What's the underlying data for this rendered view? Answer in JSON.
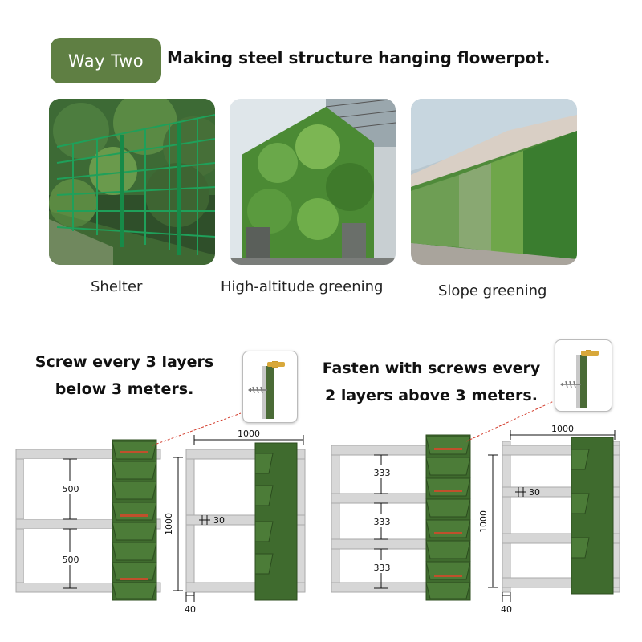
{
  "header": {
    "badge": "Way Two",
    "title": "Making steel structure hanging flowerpot."
  },
  "photos": [
    {
      "caption": "Shelter"
    },
    {
      "caption": "High-altitude greening"
    },
    {
      "caption": "Slope greening"
    }
  ],
  "notes": {
    "left_line1": "Screw every 3 layers",
    "left_line2": "below 3 meters.",
    "right_line1": "Fasten with screws every",
    "right_line2": "2 layers above 3 meters."
  },
  "dimensions": {
    "left_seg_1": "500",
    "left_seg_2": "500",
    "right_seg_1": "333",
    "right_seg_2": "333",
    "right_seg_3": "333",
    "width_a": "1000",
    "width_b": "1000",
    "height_a": "1000",
    "height_b": "1000",
    "bar_a": "30",
    "bar_b": "30",
    "post_a": "40",
    "post_b": "40"
  },
  "colors": {
    "badge": "#5f7f43",
    "pot": "#3f6b2e",
    "frame": "#c9c9c9",
    "leader": "#d23a2a"
  }
}
